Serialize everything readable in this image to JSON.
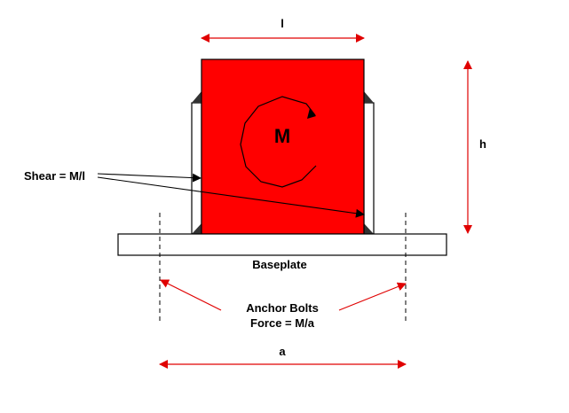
{
  "labels": {
    "width": "l",
    "height": "h",
    "moment": "M",
    "shear": "Shear = M/l",
    "baseplate": "Baseplate",
    "anchor_line1": "Anchor Bolts",
    "anchor_line2": "Force = M/a",
    "bolt_spacing": "a"
  },
  "colors": {
    "member": "#ff0000",
    "arrow": "#e00000",
    "outline": "#000000"
  }
}
